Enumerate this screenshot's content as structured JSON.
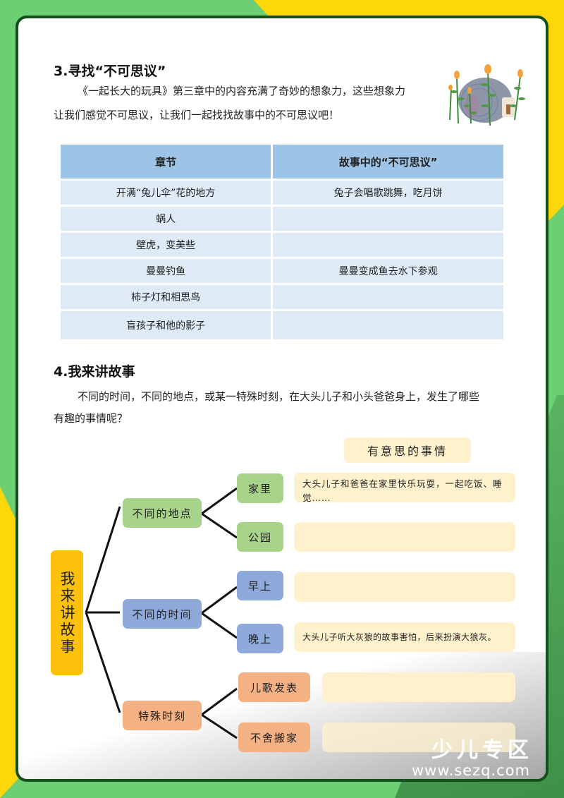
{
  "section3": {
    "title": "3.寻找“不可思议”",
    "intro_line1": "《一起长大的玩具》第三章中的内容充满了奇妙的想象力，这些想象力",
    "intro_line2": "让我们感觉不可思议，让我们一起找找故事中的不可思议吧！",
    "illustration": "flowers-and-stone-house-illustration",
    "table": {
      "headers": [
        "章节",
        "故事中的“不可思议”"
      ],
      "rows": [
        [
          "开满“兔儿伞”花的地方",
          "兔子会唱歌跳舞，吃月饼"
        ],
        [
          "蜗人",
          ""
        ],
        [
          "壁虎，变美些",
          ""
        ],
        [
          "曼曼钓鱼",
          "曼曼变成鱼去水下参观"
        ],
        [
          "柿子灯和相思鸟",
          ""
        ],
        [
          "盲孩子和他的影子",
          ""
        ]
      ]
    }
  },
  "section4": {
    "title": "4.我来讲故事",
    "intro_line1": "不同的时间，不同的地点，或某一特殊时刻，在大头儿子和小头爸爸身上，发生了哪些",
    "intro_line2": "有趣的事情呢？",
    "mindmap": {
      "legend": "有意思的事情",
      "root": "我来讲故事",
      "branches": [
        {
          "label": "不同的地点",
          "color": "#a8d38a",
          "leaves": [
            {
              "label": "家里",
              "answer": "大头儿子和爸爸在家里快乐玩耍，一起吃饭、睡觉……"
            },
            {
              "label": "公园",
              "answer": ""
            }
          ]
        },
        {
          "label": "不同的时间",
          "color": "#8eaadb",
          "leaves": [
            {
              "label": "早上",
              "answer": ""
            },
            {
              "label": "晚上",
              "answer": "大头儿子听大灰狼的故事害怕，后来扮演大狼灰。"
            }
          ]
        },
        {
          "label": "特殊时刻",
          "color": "#f4b183",
          "leaves": [
            {
              "label": "儿歌发表",
              "answer": ""
            },
            {
              "label": "不舍搬家",
              "answer": ""
            }
          ]
        }
      ]
    }
  },
  "watermark": {
    "brand": "少儿专区",
    "url": "www.sezq.com"
  },
  "colors": {
    "frame": "#174f1c",
    "bg_green": "#6dcf73",
    "bg_yellow": "#fcd80a",
    "table_header": "#9dc3e6",
    "table_cell": "#deebf7",
    "root_node": "#fcc10a",
    "answer_box": "#fff1cc"
  }
}
